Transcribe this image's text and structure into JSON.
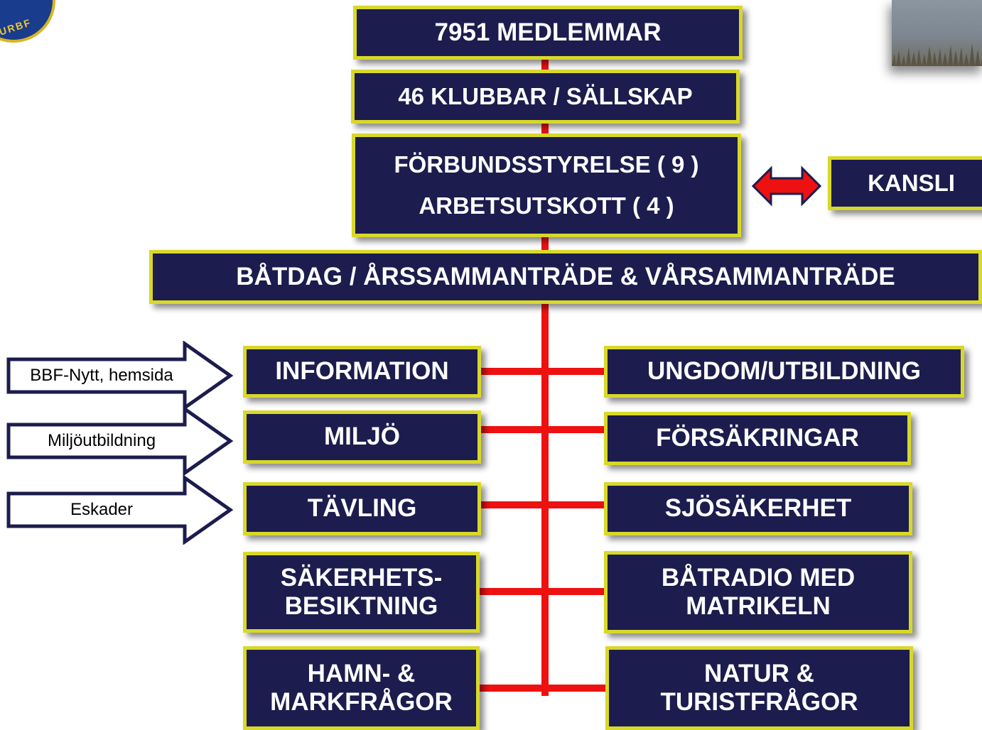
{
  "top_boxes": {
    "members": "7951 MEDLEMMAR",
    "clubs": "46 KLUBBAR / SÄLLSKAP",
    "board_line1": "FÖRBUNDSSTYRELSE ( 9 )",
    "board_line2": "ARBETSUTSKOTT ( 4 )",
    "kansli": "KANSLI",
    "meetings": "BÅTDAG / ÅRSSAMMANTRÄDE & VÅRSAMMANTRÄDE"
  },
  "left_column": [
    {
      "line1": "INFORMATION",
      "line2": ""
    },
    {
      "line1": "MILJÖ",
      "line2": ""
    },
    {
      "line1": "TÄVLING",
      "line2": ""
    },
    {
      "line1": "SÄKERHETS-",
      "line2": "BESIKTNING"
    },
    {
      "line1": "HAMN- &",
      "line2": "MARKFRÅGOR"
    }
  ],
  "right_column": [
    {
      "line1": "UNGDOM/UTBILDNING",
      "line2": ""
    },
    {
      "line1": "FÖRSÄKRINGAR",
      "line2": ""
    },
    {
      "line1": "SJÖSÄKERHET",
      "line2": ""
    },
    {
      "line1": "BÅTRADIO MED",
      "line2": "MATRIKELN"
    },
    {
      "line1": "NATUR &",
      "line2": "TURISTFRÅGOR"
    }
  ],
  "side_arrows": [
    {
      "label": "BBF-Nytt, hemsida"
    },
    {
      "label": "Miljöutbildning"
    },
    {
      "label": "Eskader"
    }
  ],
  "logo": {
    "text": "URBF"
  },
  "colors": {
    "box_fill": "#1c1c4e",
    "box_border": "#d8d829",
    "connector": "#ee1111",
    "arrow_outline": "#1c1c4e"
  }
}
